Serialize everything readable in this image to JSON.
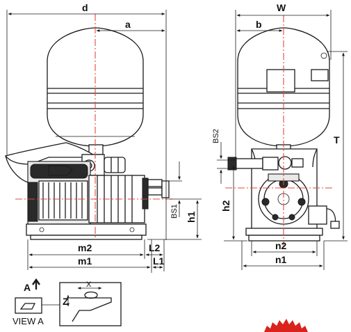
{
  "labels": {
    "d": "d",
    "a": "a",
    "W": "W",
    "b": "b",
    "T": "T",
    "BS2": "BS2",
    "BS1": "BS1",
    "h1": "h1",
    "h2": "h2",
    "m2": "m2",
    "m1": "m1",
    "L2": "L2",
    "L1": "L1",
    "n2": "n2",
    "n1": "n1",
    "A": "A",
    "X": "X",
    "Z": "Z",
    "view_a": "VIEW A"
  },
  "colors": {
    "centerline": "#e04a3a",
    "line": "#1a1a1a",
    "badge": "#d9231c"
  }
}
